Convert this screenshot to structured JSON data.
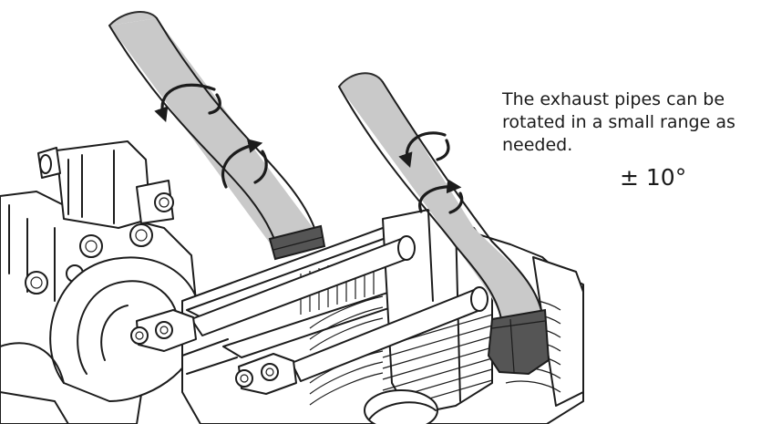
{
  "annotation": {
    "lines": [
      "The exhaust pipes can be",
      "rotated in a small range as",
      "needed."
    ],
    "angle": "± 10°"
  },
  "colors": {
    "pipe": "#c9c9c9",
    "pipe_outline": "#2b2b2b",
    "nut": "#555555",
    "line": "#1c1c1c"
  },
  "icons": [
    "rotate-arrow-icon"
  ]
}
